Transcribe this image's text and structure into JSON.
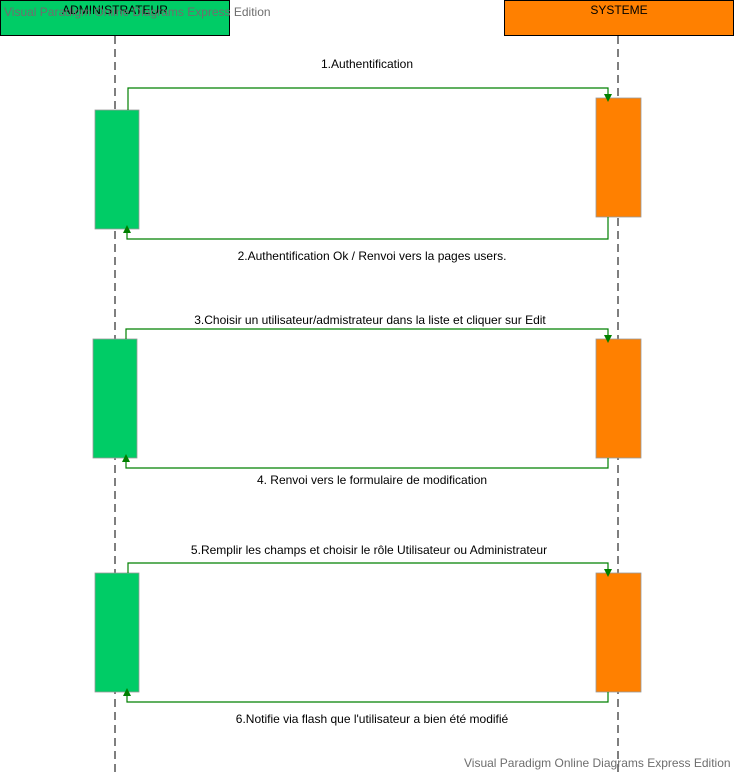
{
  "actors": {
    "admin": {
      "label": "ADMINISTRATEUR",
      "color": "#00cc66"
    },
    "system": {
      "label": "SYSTEME",
      "color": "#ff8000"
    }
  },
  "messages": [
    {
      "label": "1.Authentification",
      "from": "admin",
      "to": "system"
    },
    {
      "label": "2.Authentification Ok / Renvoi vers la pages users.",
      "from": "system",
      "to": "admin"
    },
    {
      "label": "3.Choisir un utilisateur/admistrateur dans la liste et cliquer sur Edit",
      "from": "admin",
      "to": "system"
    },
    {
      "label": "4. Renvoi vers le formulaire de modification",
      "from": "system",
      "to": "admin"
    },
    {
      "label": "5.Remplir les champs et choisir le rôle Utilisateur ou Administrateur",
      "from": "admin",
      "to": "system"
    },
    {
      "label": "6.Notifie via flash que l'utilisateur a bien été modifié",
      "from": "system",
      "to": "admin"
    }
  ],
  "watermark": {
    "top": "Visual Paradigm Online Diagrams Express Edition",
    "bottom": "Visual Paradigm Online Diagrams Express Edition"
  },
  "colors": {
    "arrow": "#008000",
    "lifeline": "#555555"
  }
}
